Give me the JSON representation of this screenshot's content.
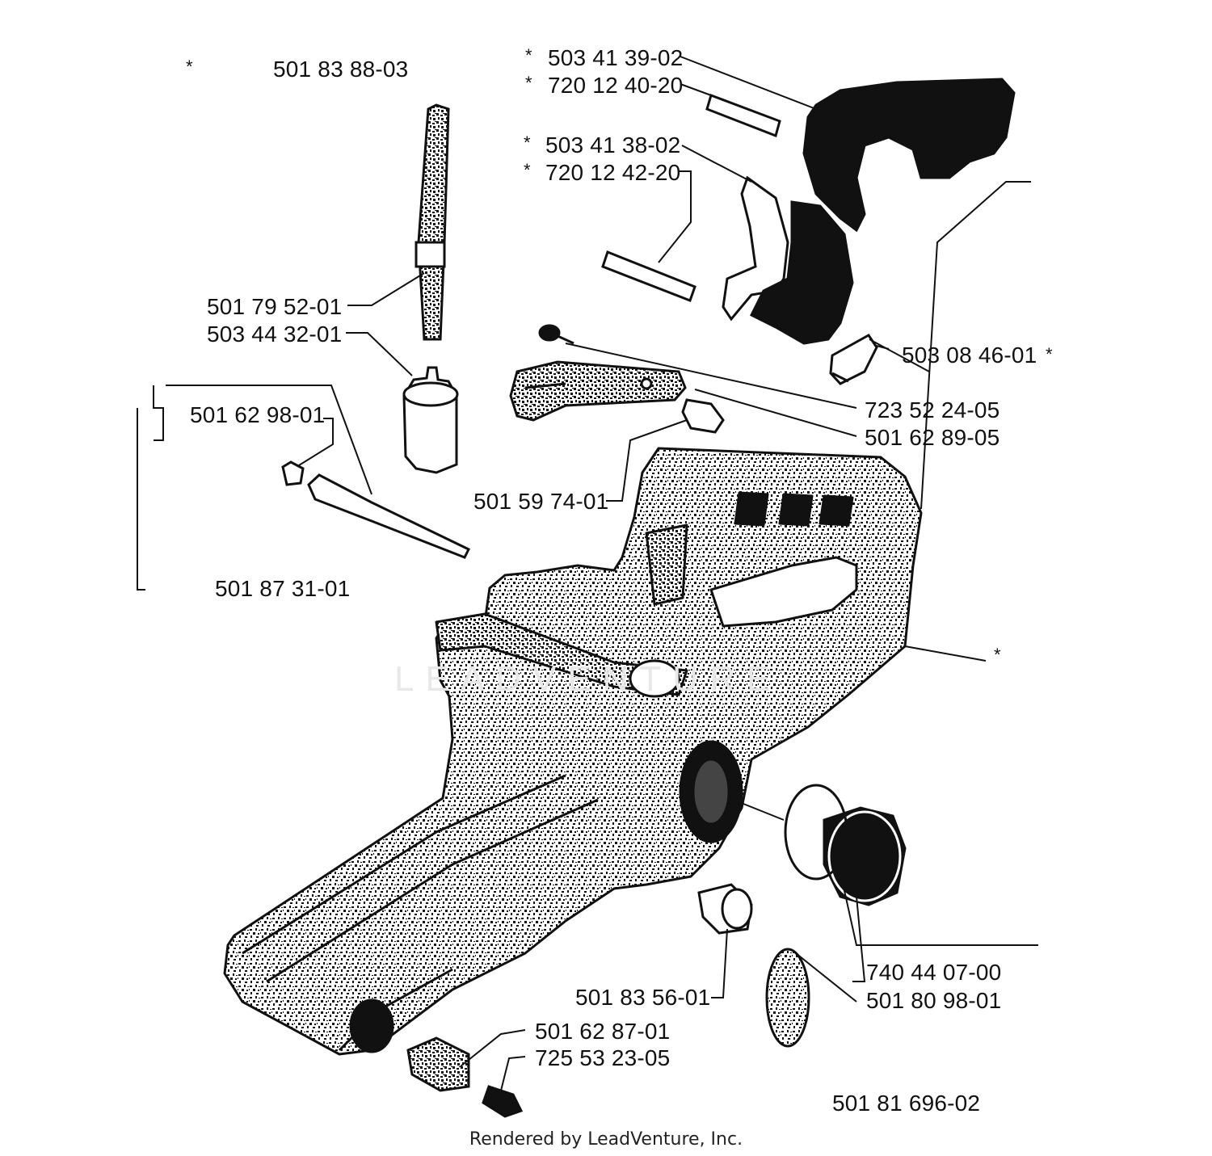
{
  "diagram": {
    "parts": [
      {
        "id": "p1",
        "number": "501 83 88-03"
      },
      {
        "id": "p2",
        "number": "503 41 39-02"
      },
      {
        "id": "p3",
        "number": "720 12 40-20"
      },
      {
        "id": "p4",
        "number": "503 41 38-02"
      },
      {
        "id": "p5",
        "number": "720 12 42-20"
      },
      {
        "id": "p6",
        "number": "501 79 52-01"
      },
      {
        "id": "p7",
        "number": "503 44 32-01"
      },
      {
        "id": "p8",
        "number": "503 08 46-01"
      },
      {
        "id": "p9",
        "number": "501 62 98-01"
      },
      {
        "id": "p10",
        "number": "723 52 24-05"
      },
      {
        "id": "p11",
        "number": "501 62 89-05"
      },
      {
        "id": "p12",
        "number": "501 59 74-01"
      },
      {
        "id": "p13",
        "number": "501 87 31-01"
      },
      {
        "id": "p14",
        "number": "740 44 07-00"
      },
      {
        "id": "p15",
        "number": "501 80 98-01"
      },
      {
        "id": "p16",
        "number": "501 83 56-01"
      },
      {
        "id": "p17",
        "number": "501 62 87-01"
      },
      {
        "id": "p18",
        "number": "725 53 23-05"
      }
    ],
    "asterisk": "*",
    "diagram_number": "501 81 696-02",
    "watermark": "LEADVENTURE",
    "footer": "Rendered by LeadVenture, Inc."
  }
}
